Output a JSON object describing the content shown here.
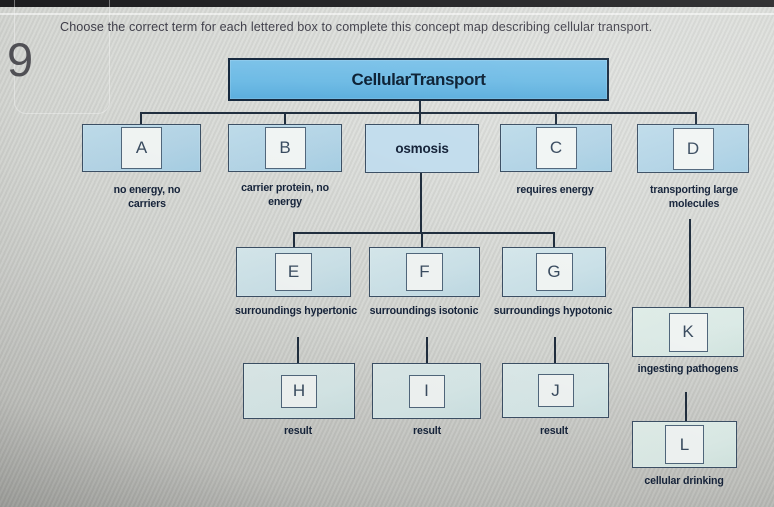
{
  "page": {
    "question_number": "9",
    "prompt": "Choose the correct term for each lettered box to complete this concept map describing cellular transport."
  },
  "colors": {
    "root_box_fill": "#6ebbe5",
    "level1_box_fill": "#b3d4e6",
    "level2_box_fill": "#cbe1e8",
    "level3_box_fill": "#d7e8e8",
    "side_box_fill": "#dcebe7",
    "box_border": "#3c5065",
    "line": "#202e3e",
    "caption_text": "#15233a"
  },
  "concept_map": {
    "root": {
      "label": "CellularTransport"
    },
    "nodes": {
      "a": {
        "letter": "A",
        "caption": "no energy, no carriers"
      },
      "b": {
        "letter": "B",
        "caption": "carrier protein, no energy"
      },
      "osmosis": {
        "label": "osmosis"
      },
      "c": {
        "letter": "C",
        "caption": "requires energy"
      },
      "d": {
        "letter": "D",
        "caption": "transporting large molecules"
      },
      "e": {
        "letter": "E",
        "caption": "surroundings hypertonic"
      },
      "f": {
        "letter": "F",
        "caption": "surroundings isotonic"
      },
      "g": {
        "letter": "G",
        "caption": "surroundings hypotonic"
      },
      "h": {
        "letter": "H",
        "caption": "result"
      },
      "i": {
        "letter": "I",
        "caption": "result"
      },
      "j": {
        "letter": "J",
        "caption": "result"
      },
      "k": {
        "letter": "K",
        "caption": "ingesting pathogens"
      },
      "l": {
        "letter": "L",
        "caption": "cellular drinking"
      }
    }
  }
}
